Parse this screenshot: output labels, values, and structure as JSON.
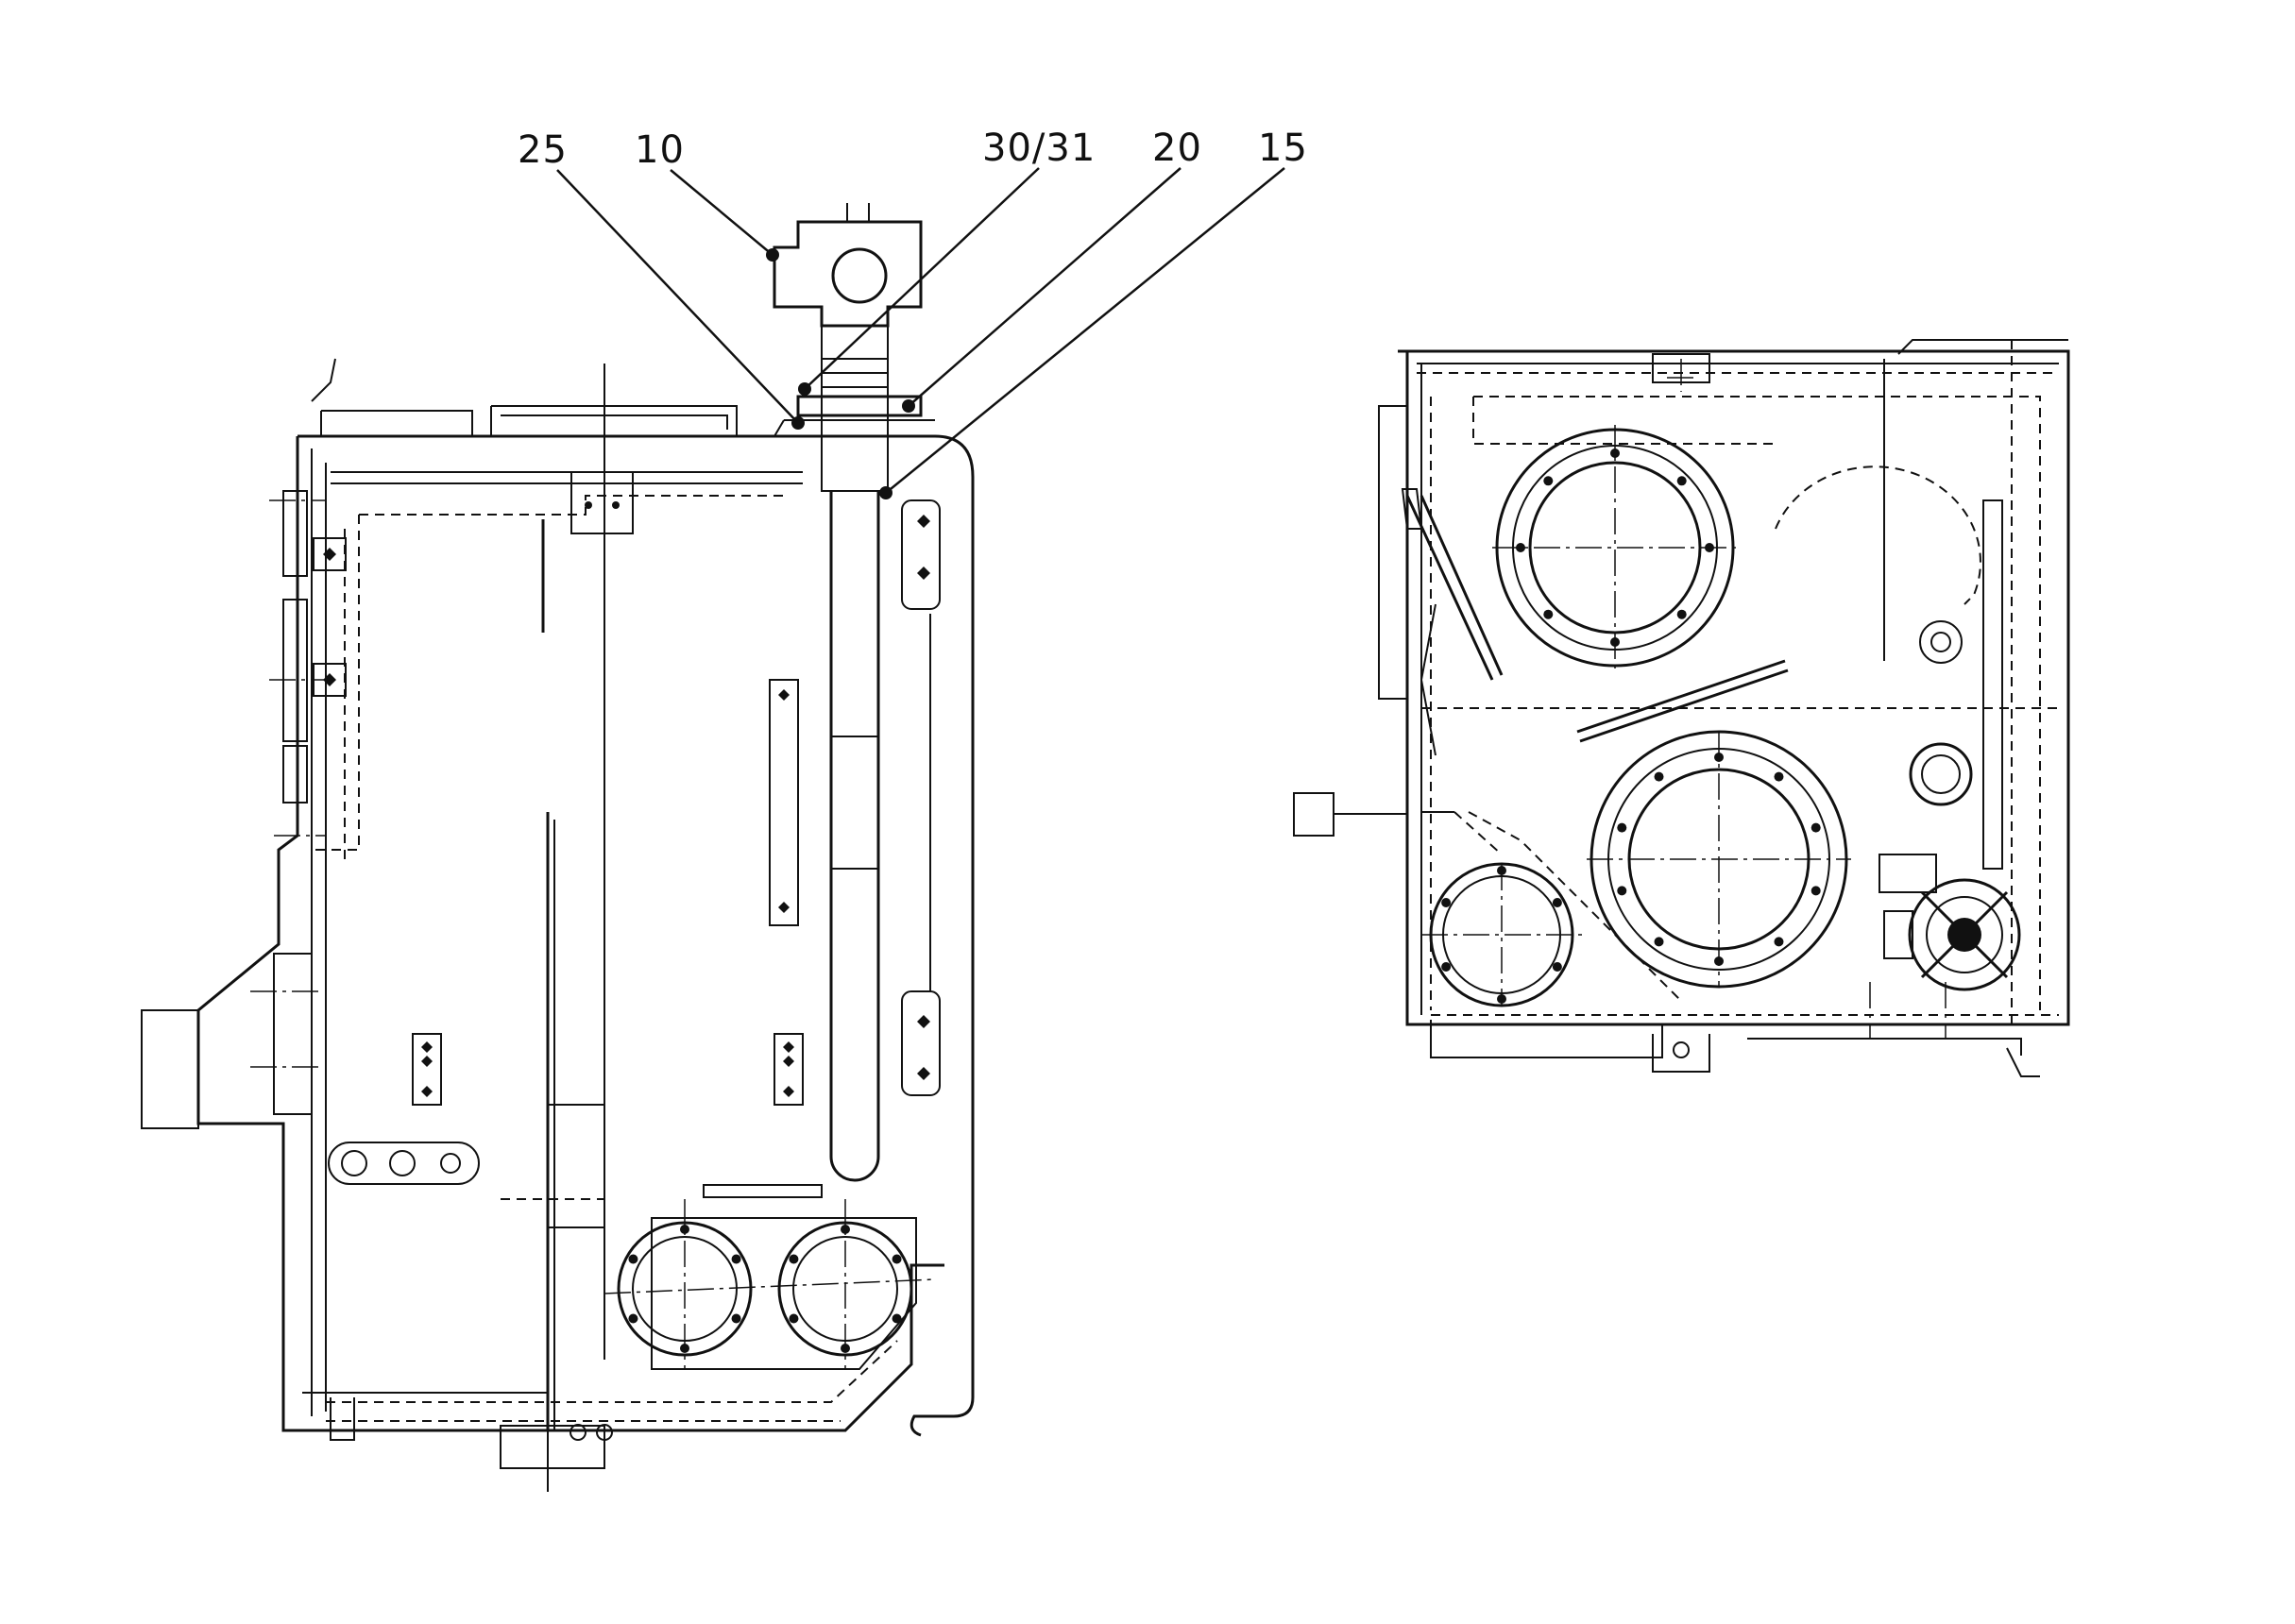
{
  "callouts": [
    {
      "id": "25",
      "label": "25"
    },
    {
      "id": "10",
      "label": "10"
    },
    {
      "id": "30-31",
      "label": "30/31"
    },
    {
      "id": "20",
      "label": "20"
    },
    {
      "id": "15",
      "label": "15"
    }
  ]
}
